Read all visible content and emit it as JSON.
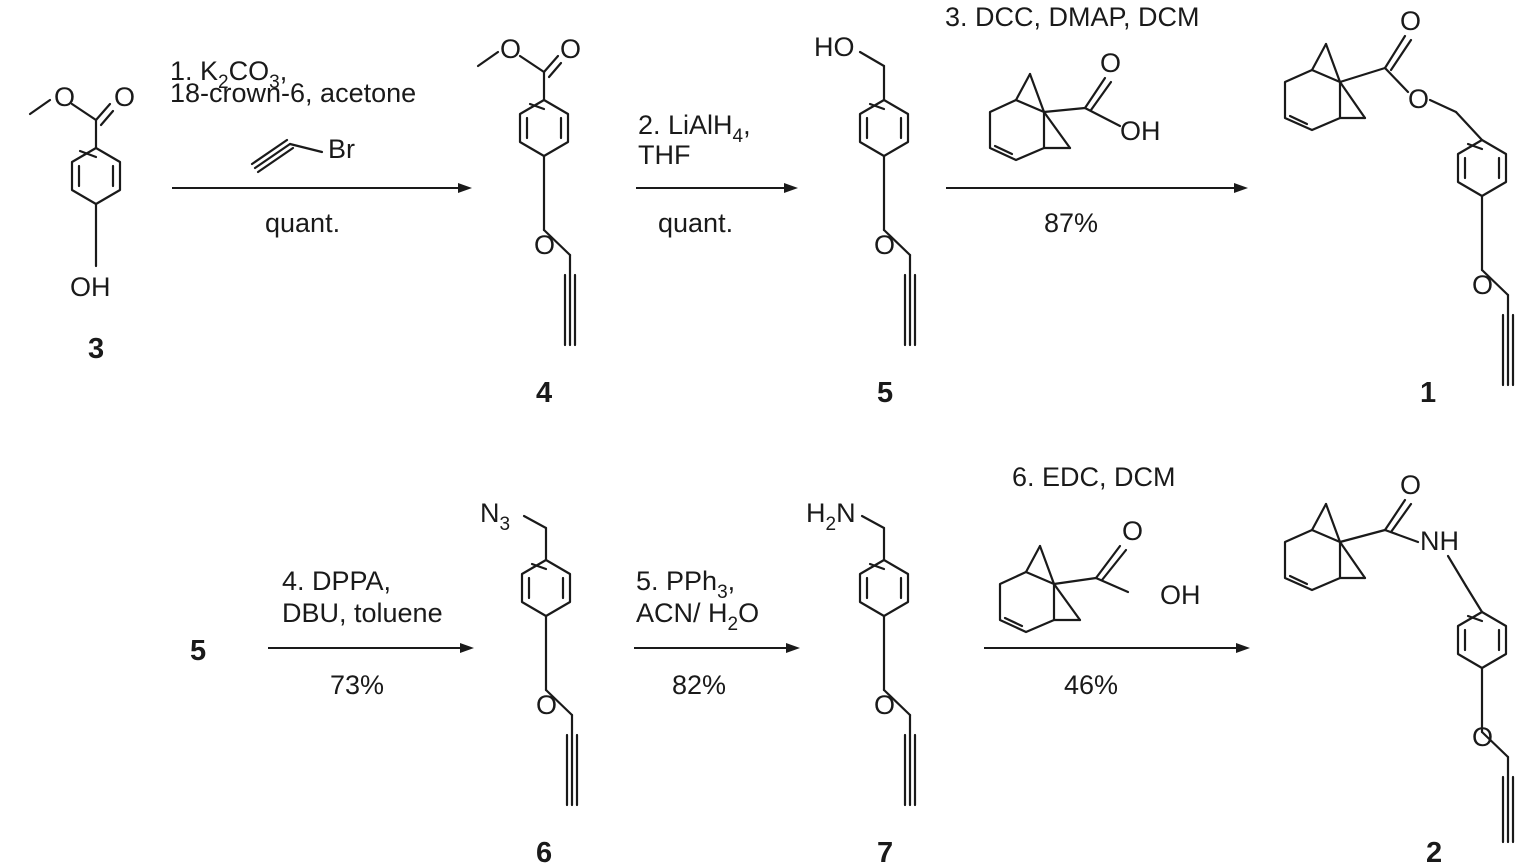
{
  "compounds": {
    "c3": {
      "number": "3",
      "atoms": {
        "o_ester": "O",
        "o_carbonyl": "O",
        "oh": "OH"
      }
    },
    "c4": {
      "number": "4",
      "atoms": {
        "o_ester": "O",
        "o_carbonyl": "O",
        "o_ether": "O"
      }
    },
    "c5_top": {
      "number": "5",
      "atoms": {
        "ho": "HO",
        "o_ether": "O"
      }
    },
    "c1": {
      "number": "1",
      "atoms": {
        "o_carbonyl": "O",
        "o_ester": "O",
        "o_ether": "O"
      }
    },
    "c5_bottom": {
      "number": "5"
    },
    "c6": {
      "number": "6",
      "atoms": {
        "n3_main": "N",
        "n3_sub": "3",
        "o_ether": "O"
      }
    },
    "c7": {
      "number": "7",
      "atoms": {
        "h2n_h": "H",
        "h2n_sub": "2",
        "h2n_n": "N",
        "o_ether": "O"
      }
    },
    "c2": {
      "number": "2",
      "atoms": {
        "o_carbonyl": "O",
        "nh": "NH",
        "o_ether": "O"
      }
    }
  },
  "steps": {
    "s1": {
      "line1_main": "1. K",
      "line1_sub1": "2",
      "line1_mid": "CO",
      "line1_sub2": "3",
      "line1_end": ",",
      "line2": "18-crown-6, acetone",
      "reagent_atom": "Br",
      "yield": "quant."
    },
    "s2": {
      "line1_main": "2. LiAlH",
      "line1_sub": "4",
      "line1_end": ",",
      "line2": "THF",
      "yield": "quant."
    },
    "s3": {
      "line1": "3. DCC, DMAP, DCM",
      "acid_o": "O",
      "acid_oh": "OH",
      "yield": "87%"
    },
    "s4": {
      "line1": "4. DPPA,",
      "line2": "DBU, toluene",
      "yield": "73%"
    },
    "s5": {
      "line1_main": "5. PPh",
      "line1_sub": "3",
      "line1_end": ",",
      "line2_main": "ACN/ H",
      "line2_sub": "2",
      "line2_end": "O",
      "yield": "82%"
    },
    "s6": {
      "line1": "6. EDC, DCM",
      "acid_o": "O",
      "acid_oh": "OH",
      "yield": "46%"
    }
  }
}
